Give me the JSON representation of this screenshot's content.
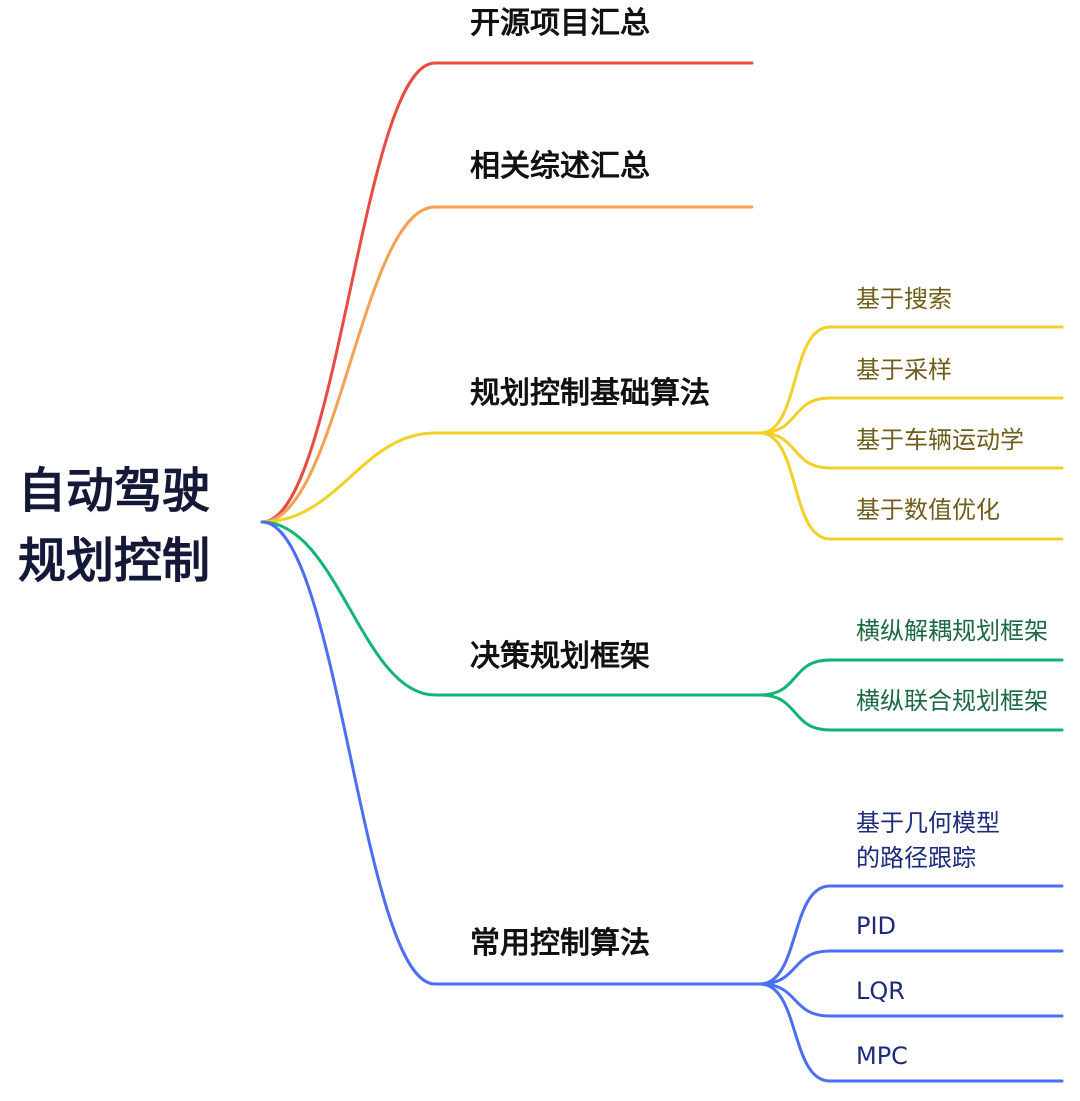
{
  "root": {
    "lines": [
      "自动驾驶",
      "规划控制"
    ],
    "color": "#141938"
  },
  "branches": [
    {
      "label": "开源项目汇总",
      "color": "#ea4a3f"
    },
    {
      "label": "相关综述汇总",
      "color": "#f2a250"
    },
    {
      "label": "规划控制基础算法",
      "color": "#f3d028",
      "child_text_color": "#6f5d1a",
      "children": [
        {
          "lines": [
            "基于搜索"
          ]
        },
        {
          "lines": [
            "基于采样"
          ]
        },
        {
          "lines": [
            "基于车辆运动学"
          ]
        },
        {
          "lines": [
            "基于数值优化"
          ]
        }
      ]
    },
    {
      "label": "决策规划框架",
      "color": "#12b474",
      "child_text_color": "#1c6a43",
      "children": [
        {
          "lines": [
            "横纵解耦规划框架"
          ]
        },
        {
          "lines": [
            "横纵联合规划框架"
          ]
        }
      ]
    },
    {
      "label": "常用控制算法",
      "color": "#4b6ff2",
      "child_text_color": "#1b2a7c",
      "children": [
        {
          "lines": [
            "基于几何模型",
            "的路径跟踪"
          ]
        },
        {
          "lines": [
            "PID"
          ]
        },
        {
          "lines": [
            "LQR"
          ]
        },
        {
          "lines": [
            "MPC"
          ]
        }
      ]
    }
  ]
}
